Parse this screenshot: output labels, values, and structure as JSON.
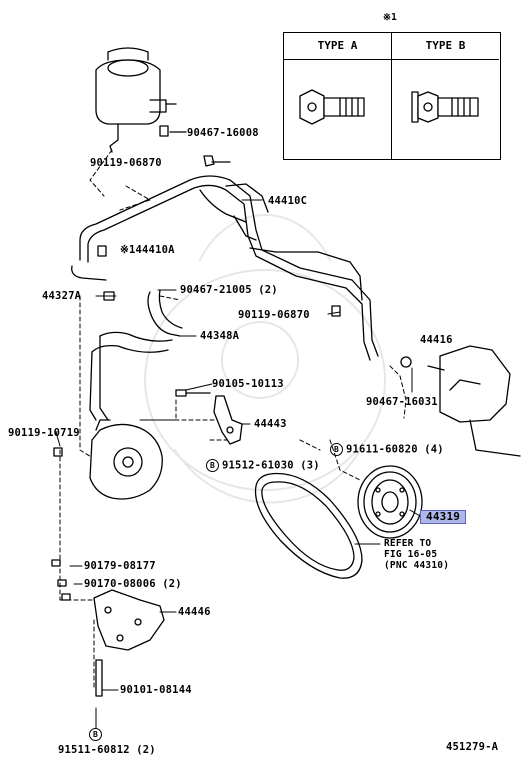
{
  "note_mark": "※1",
  "type_table": {
    "type_a": "TYPE A",
    "type_b": "TYPE B"
  },
  "parts": {
    "p1": "90467-16008",
    "p2": "90119-06870",
    "p3": "44410C",
    "p4": "※144410A",
    "p5": "44327A",
    "p6": "90467-21005 (2)",
    "p7": "44348A",
    "p8": "90119-06870",
    "p9": "44416",
    "p10": "90467-16031",
    "p11": "90105-10113",
    "p12": "90119-10719",
    "p13": "44443",
    "p14": "91611-60820 (4)",
    "p15": "91512-61030 (3)",
    "p16": "44319",
    "p17": "90179-08177",
    "p18": "90170-08006 (2)",
    "p19": "44446",
    "p20": "90101-08144",
    "p21": "91511-60812 (2)"
  },
  "circle_mark": "B",
  "refer_note": {
    "line1": "REFER TO",
    "line2": "FIG 16-05",
    "line3": "(PNC 44310)"
  },
  "diagram_id": "451279-A",
  "colors": {
    "highlight": "#aeb6ea",
    "line": "#000000"
  }
}
